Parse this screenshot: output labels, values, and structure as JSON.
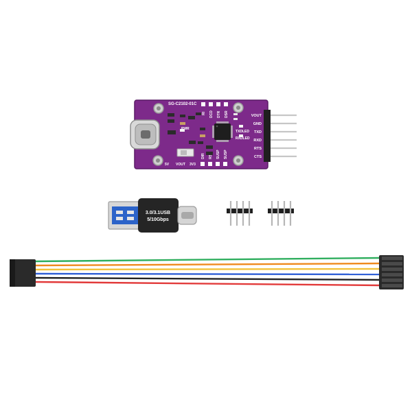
{
  "board": {
    "title": "SG-C2102-01C",
    "top_pins": [
      "RI",
      "DCD",
      "DTR",
      "DSR"
    ],
    "bottom_pins": [
      "DIR",
      "RST",
      "SUSP",
      "SUSP"
    ],
    "right_labels": [
      "VOUT",
      "GND",
      "TXD",
      "RXD",
      "RTS",
      "CTS"
    ],
    "led_labels": [
      "TXDLED",
      "RXDLED"
    ],
    "pwr_label": "PWR",
    "switch_labels": [
      "5V",
      "VOUT",
      "3V3"
    ],
    "color": "#7d2a8a"
  },
  "adapter": {
    "line1": "3.0/3.1USB",
    "line2": "5/10Gbps"
  },
  "cable": {
    "wire_colors": [
      "#2fae5e",
      "#ef8a1e",
      "#f2c23a",
      "#2f5fd6",
      "#222222",
      "#e23a3a"
    ]
  }
}
